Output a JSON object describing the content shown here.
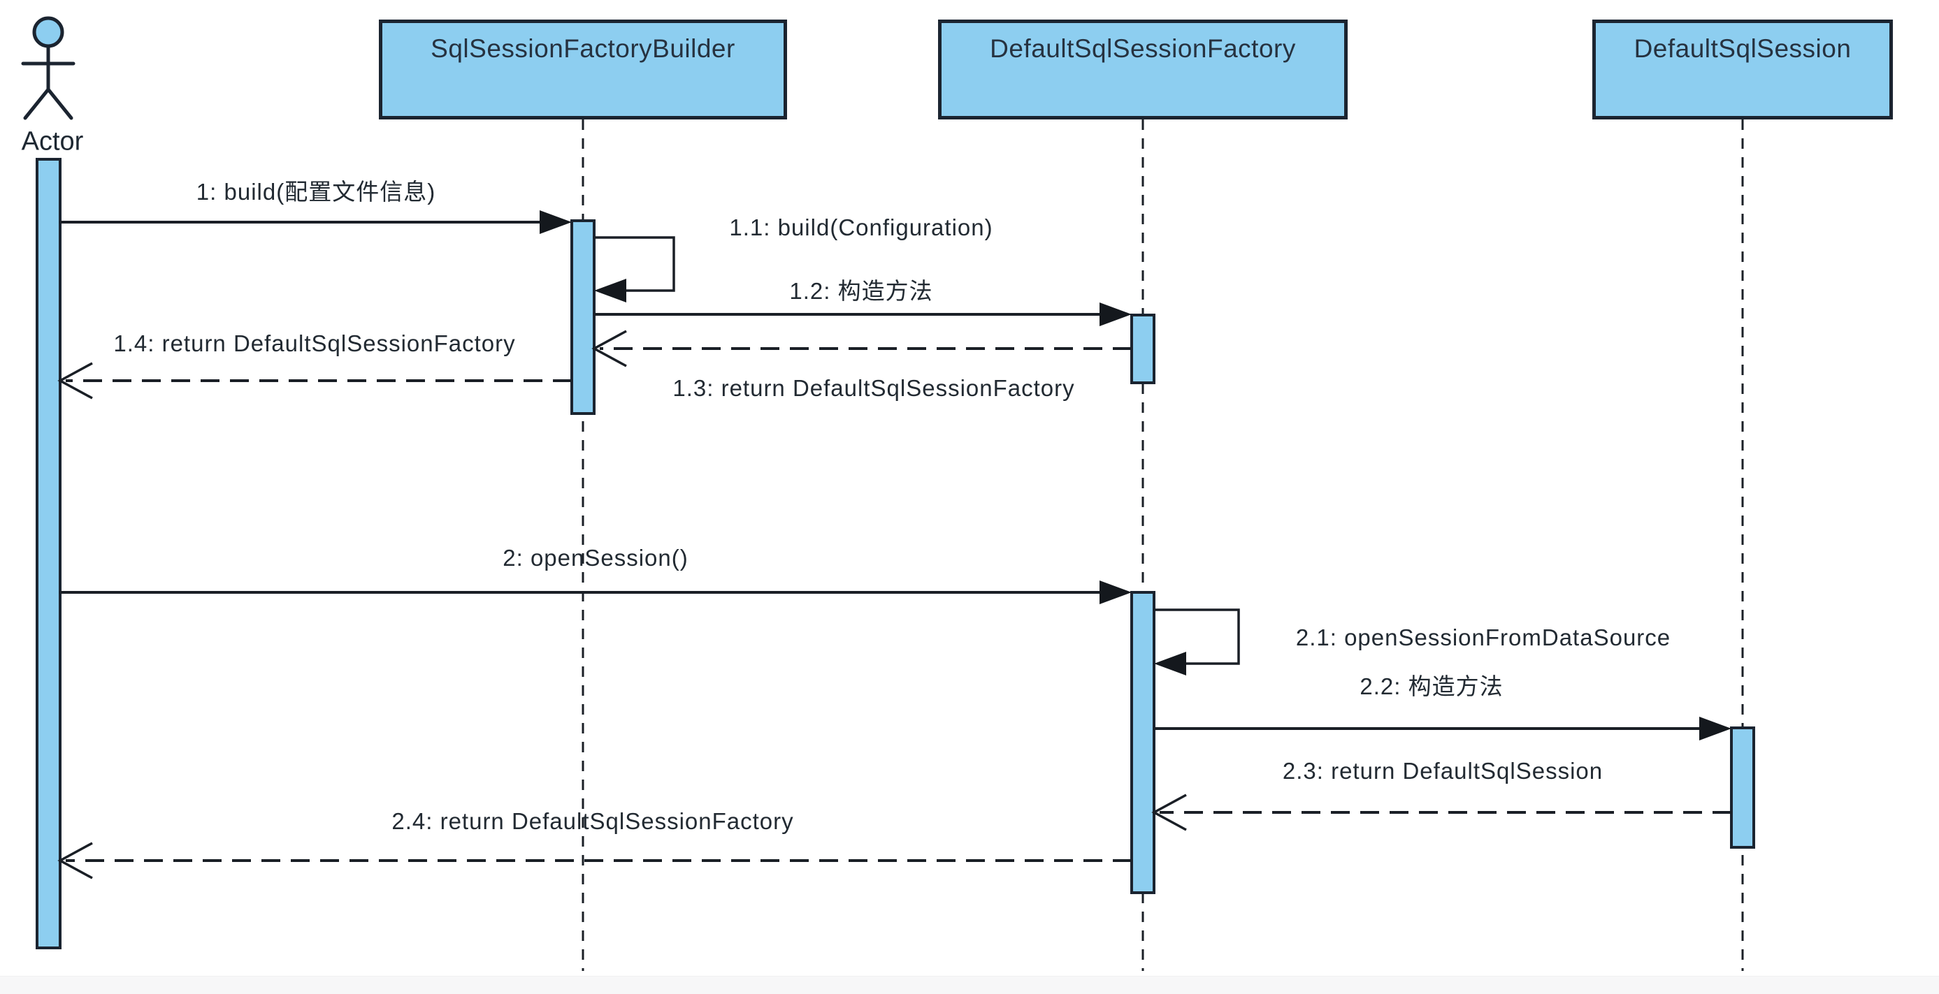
{
  "diagram": {
    "type": "uml-sequence-diagram",
    "participants": [
      {
        "id": "actor",
        "kind": "actor",
        "label": "Actor"
      },
      {
        "id": "builder",
        "kind": "object",
        "label": "SqlSessionFactoryBuilder"
      },
      {
        "id": "factory",
        "kind": "object",
        "label": "DefaultSqlSessionFactory"
      },
      {
        "id": "session",
        "kind": "object",
        "label": "DefaultSqlSession"
      }
    ],
    "messages": [
      {
        "seq": "1",
        "label": "1: build(配置文件信息)",
        "from": "Actor",
        "to": "SqlSessionFactoryBuilder",
        "kind": "sync"
      },
      {
        "seq": "1.1",
        "label": "1.1: build(Configuration)",
        "from": "SqlSessionFactoryBuilder",
        "to": "SqlSessionFactoryBuilder",
        "kind": "self"
      },
      {
        "seq": "1.2",
        "label": "1.2: 构造方法",
        "from": "SqlSessionFactoryBuilder",
        "to": "DefaultSqlSessionFactory",
        "kind": "sync"
      },
      {
        "seq": "1.3",
        "label": "1.3: return DefaultSqlSessionFactory",
        "from": "DefaultSqlSessionFactory",
        "to": "SqlSessionFactoryBuilder",
        "kind": "return"
      },
      {
        "seq": "1.4",
        "label": "1.4: return DefaultSqlSessionFactory",
        "from": "SqlSessionFactoryBuilder",
        "to": "Actor",
        "kind": "return"
      },
      {
        "seq": "2",
        "label": "2: openSession()",
        "from": "Actor",
        "to": "DefaultSqlSessionFactory",
        "kind": "sync"
      },
      {
        "seq": "2.1",
        "label": "2.1: openSessionFromDataSource",
        "from": "DefaultSqlSessionFactory",
        "to": "DefaultSqlSessionFactory",
        "kind": "self"
      },
      {
        "seq": "2.2",
        "label": "2.2: 构造方法",
        "from": "DefaultSqlSessionFactory",
        "to": "DefaultSqlSession",
        "kind": "sync"
      },
      {
        "seq": "2.3",
        "label": "2.3: return DefaultSqlSession",
        "from": "DefaultSqlSession",
        "to": "DefaultSqlSessionFactory",
        "kind": "return"
      },
      {
        "seq": "2.4",
        "label": "2.4: return DefaultSqlSessionFactory",
        "from": "DefaultSqlSessionFactory",
        "to": "Actor",
        "kind": "return"
      }
    ],
    "colors": {
      "shape_fill": "#8DCEF0",
      "shape_border": "#1b2430",
      "line": "#1a1f26",
      "text": "#222a32",
      "background": "#ffffff",
      "footer_strip": "#f7f7f8"
    }
  }
}
